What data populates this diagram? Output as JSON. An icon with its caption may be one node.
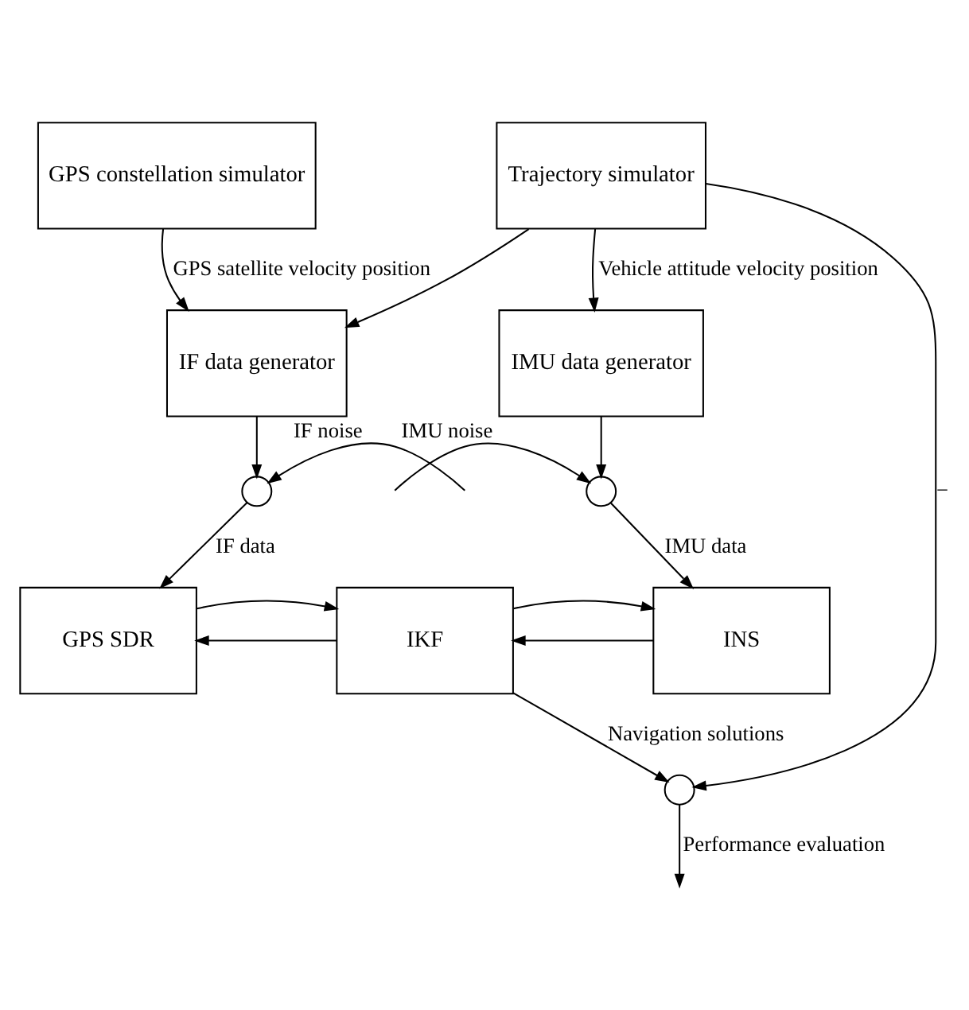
{
  "diagram": {
    "nodes": [
      {
        "text": [
          "GPS constellation simulator"
        ]
      },
      {
        "text": [
          "Trajectory simulator"
        ]
      },
      {
        "text": [
          "IF data generator"
        ]
      },
      {
        "text": [
          "IMU data generator"
        ]
      },
      {
        "text": [],
        "shape": "circle"
      },
      {
        "text": [],
        "shape": "circle"
      },
      {
        "text": [
          "GPS SDR"
        ]
      },
      {
        "text": [
          "IKF"
        ]
      },
      {
        "text": [
          "INS"
        ]
      },
      {
        "text": [],
        "shape": "circle"
      }
    ],
    "edges": [
      {
        "from": 0,
        "to": 2,
        "arrow": "to",
        "label": "GPS satellite velocity position"
      },
      {
        "from": 1,
        "to": 2,
        "arrow": "to"
      },
      {
        "from": 1,
        "to": 3,
        "arrow": "to",
        "label": "Vehicle attitude velocity position"
      },
      {
        "from": 1,
        "to": 9,
        "arrow": "to",
        "label": "−"
      },
      {
        "from": 2,
        "to": 4,
        "arrow": "to"
      },
      {
        "from": null,
        "to": 4,
        "arrow": "to",
        "label": "IF noise"
      },
      {
        "from": 4,
        "to": 6,
        "arrow": "to",
        "label": "IF data"
      },
      {
        "from": 3,
        "to": 5,
        "arrow": "to"
      },
      {
        "from": null,
        "to": 5,
        "arrow": "to",
        "label": "IMU noise"
      },
      {
        "from": 5,
        "to": 8,
        "arrow": "to",
        "label": "IMU data"
      },
      {
        "from": 7,
        "to": 6,
        "arrow": "to"
      },
      {
        "from": 6,
        "to": 7,
        "arrow": "to"
      },
      {
        "from": 8,
        "to": 7,
        "arrow": "to"
      },
      {
        "from": 7,
        "to": 8,
        "arrow": "to"
      },
      {
        "from": 7,
        "to": 9,
        "arrow": "to",
        "label": "Navigation solutions"
      },
      {
        "from": 9,
        "to": null,
        "arrow": "to",
        "label": "Performance evaluation"
      }
    ]
  }
}
